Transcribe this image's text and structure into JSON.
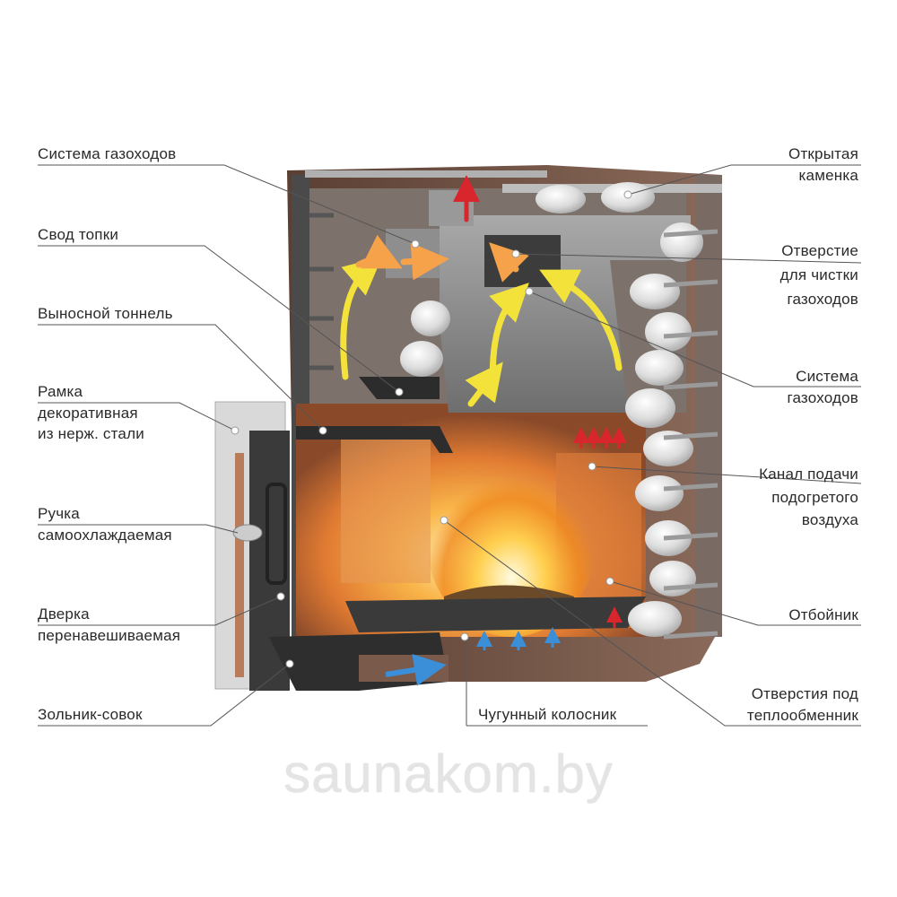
{
  "labels_left": [
    {
      "lines": [
        "Система газоходов"
      ]
    },
    {
      "lines": [
        "Свод топки"
      ]
    },
    {
      "lines": [
        "Выносной тоннель"
      ]
    },
    {
      "lines": [
        "Рамка",
        "декоративная",
        "из нерж. стали"
      ]
    },
    {
      "lines": [
        "Ручка",
        "самоохлаждаемая"
      ]
    },
    {
      "lines": [
        "Дверка",
        "перенавешиваемая"
      ]
    },
    {
      "lines": [
        "Зольник-совок"
      ]
    }
  ],
  "label_bottom": {
    "lines": [
      "Чугунный колосник"
    ]
  },
  "labels_right": [
    {
      "lines": [
        "Открытая",
        "каменка"
      ]
    },
    {
      "lines": [
        "Отверстие",
        "для чистки",
        "газоходов"
      ]
    },
    {
      "lines": [
        "Система",
        "газоходов"
      ]
    },
    {
      "lines": [
        "Канал подачи",
        "подогретого",
        "воздуха"
      ]
    },
    {
      "lines": [
        "Отбойник"
      ]
    },
    {
      "lines": [
        "Отверстия под",
        "теплообменник"
      ]
    }
  ],
  "watermark": "saunakom.by",
  "colors": {
    "flame": "#f6a530",
    "hot_arrow": "#f3e23a",
    "cold_arrow": "#3a8fd8",
    "red_arrow": "#d8262c",
    "steel": "#8c8c8c"
  }
}
